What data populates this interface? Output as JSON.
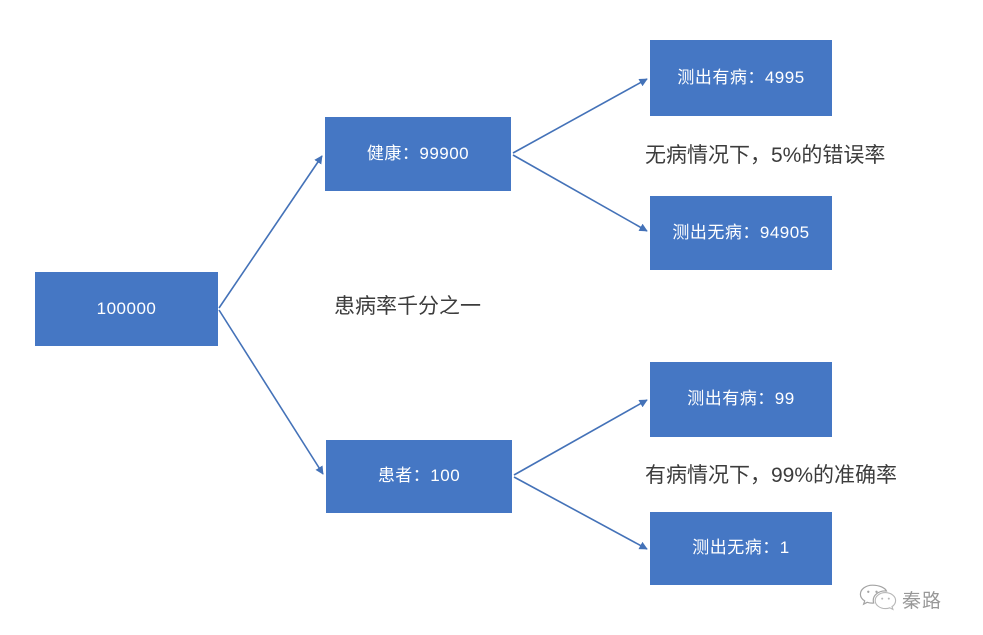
{
  "diagram": {
    "title_label": "",
    "colors": {
      "node_fill": "#4577C4",
      "node_text": "#FFFFFF",
      "edge": "#4472B8",
      "annotation_text": "#3C3C3C",
      "background": "#FFFFFF"
    },
    "nodes": [
      {
        "id": "root",
        "label": "100000"
      },
      {
        "id": "mid_a",
        "label": "健康：99900"
      },
      {
        "id": "mid_b",
        "label": "患者：100"
      },
      {
        "id": "leaf_1",
        "label": "测出有病：4995"
      },
      {
        "id": "leaf_2",
        "label": "测出无病：94905"
      },
      {
        "id": "leaf_3",
        "label": "测出有病：99"
      },
      {
        "id": "leaf_4",
        "label": "测出无病：1"
      }
    ],
    "annotations": [
      {
        "id": "prevalence",
        "text": "患病率千分之一"
      },
      {
        "id": "false_positive",
        "text": "无病情况下，5%的错误率"
      },
      {
        "id": "true_positive",
        "text": "有病情况下，99%的准确率"
      }
    ],
    "edges": [
      {
        "from": "root",
        "to": "mid_a"
      },
      {
        "from": "root",
        "to": "mid_b"
      },
      {
        "from": "mid_a",
        "to": "leaf_1"
      },
      {
        "from": "mid_a",
        "to": "leaf_2"
      },
      {
        "from": "mid_b",
        "to": "leaf_3"
      },
      {
        "from": "mid_b",
        "to": "leaf_4"
      }
    ]
  },
  "watermark": {
    "icon": "wechat-icon",
    "text": "秦路"
  }
}
